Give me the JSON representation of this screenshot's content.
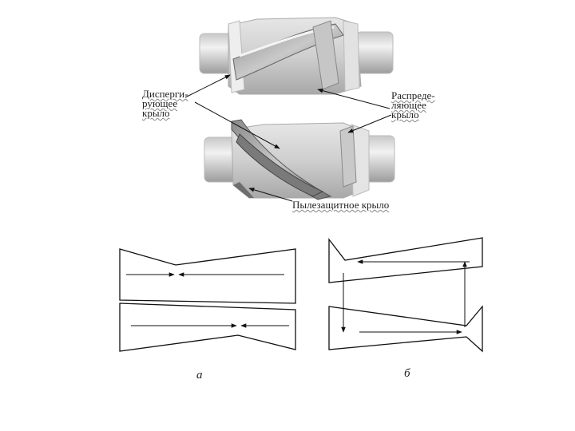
{
  "labels": {
    "dispersing_wing": [
      "Дисперги-",
      "рующее",
      "крыло"
    ],
    "distributing_wing": [
      "Распреде-",
      "ляющее",
      "крыло"
    ],
    "scraping_wing": "Пылезащитное крыло"
  },
  "captions": {
    "left": "а",
    "right": "б"
  },
  "colors": {
    "rotor_body": "#d9d9d9",
    "rotor_shade": "#9a9a9a",
    "rotor_highlight": "#f4f4f4",
    "line": "#111111"
  }
}
